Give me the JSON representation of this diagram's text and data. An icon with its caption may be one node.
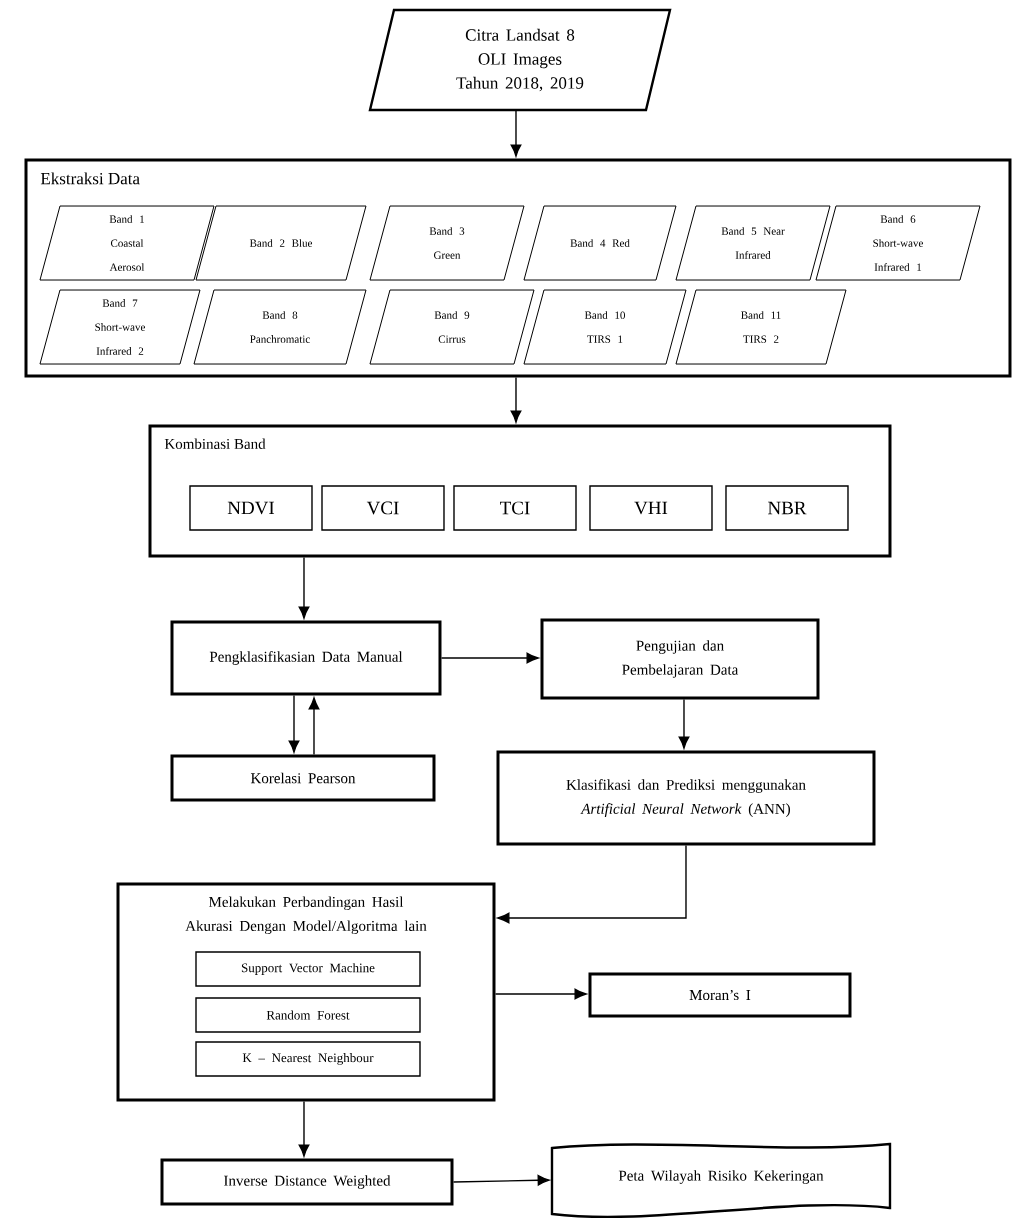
{
  "diagram": {
    "nodes": [
      {
        "text": [
          "Citra Landsat 8 OLI Images Tahun 2018, 2019"
        ]
      },
      {
        "text": [
          "Ekstraksi Data"
        ]
      },
      {
        "text": [
          "Band 1 Coastal Aerosol"
        ],
        "in": 1
      },
      {
        "text": [
          "Band 2 Blue"
        ],
        "in": 1
      },
      {
        "text": [
          "Band 3 Green"
        ],
        "in": 1
      },
      {
        "text": [
          "Band 4 Red"
        ],
        "in": 1
      },
      {
        "text": [
          "Band 5 Near Infrared"
        ],
        "in": 1
      },
      {
        "text": [
          "Band 6 Short-wave Infrared 1"
        ],
        "in": 1
      },
      {
        "text": [
          "Band 7 Short-wave Infrared 2"
        ],
        "in": 1
      },
      {
        "text": [
          "Band 8 Panchromatic"
        ],
        "in": 1
      },
      {
        "text": [
          "Band 9 Cirrus"
        ],
        "in": 1
      },
      {
        "text": [
          "Band 10 TIRS 1"
        ],
        "in": 1
      },
      {
        "text": [
          "Band 11 TIRS 2"
        ],
        "in": 1
      },
      {
        "text": [
          "Kombinasi Band"
        ]
      },
      {
        "text": [
          "NDVI"
        ],
        "in": 13
      },
      {
        "text": [
          "VCI"
        ],
        "in": 13
      },
      {
        "text": [
          "TCI"
        ],
        "in": 13
      },
      {
        "text": [
          "VHI"
        ],
        "in": 13
      },
      {
        "text": [
          "NBR"
        ],
        "in": 13
      },
      {
        "text": [
          "Pengklasifikasian Data Manual"
        ]
      },
      {
        "text": [
          "Pengujian dan Pembelajaran Data"
        ]
      },
      {
        "text": [
          "Korelasi Pearson"
        ]
      },
      {
        "text": [
          "Klasifikasi dan Prediksi menggunakan *Artificial Neural Network* (ANN)"
        ]
      },
      {
        "text": [
          "Melakukan Perbandingan Hasil Akurasi Dengan Model/Algoritma lain"
        ]
      },
      {
        "text": [
          "Support Vector Machine"
        ],
        "in": 23
      },
      {
        "text": [
          "Random Forest"
        ],
        "in": 23
      },
      {
        "text": [
          "K – Nearest Neighbour"
        ],
        "in": 23
      },
      {
        "text": [
          "Moran’s I"
        ]
      },
      {
        "text": [
          "Inverse Distance Weighted"
        ]
      },
      {
        "text": [
          "Peta Wilayah Risiko Kekeringan"
        ]
      }
    ],
    "edges": [
      {
        "from": 0,
        "to": 1,
        "arrow": "to"
      },
      {
        "from": 1,
        "to": 13,
        "arrow": "to"
      },
      {
        "from": 13,
        "to": 19,
        "arrow": "to"
      },
      {
        "from": 19,
        "to": 20,
        "arrow": "to"
      },
      {
        "from": 19,
        "to": 21,
        "arrow": "to"
      },
      {
        "from": 21,
        "to": 19,
        "arrow": "to"
      },
      {
        "from": 20,
        "to": 22,
        "arrow": "to"
      },
      {
        "from": 22,
        "to": 23,
        "arrow": "to"
      },
      {
        "from": 23,
        "to": 27,
        "arrow": "to"
      },
      {
        "from": 23,
        "to": 28,
        "arrow": "to"
      },
      {
        "from": 28,
        "to": 29,
        "arrow": "to"
      }
    ]
  }
}
